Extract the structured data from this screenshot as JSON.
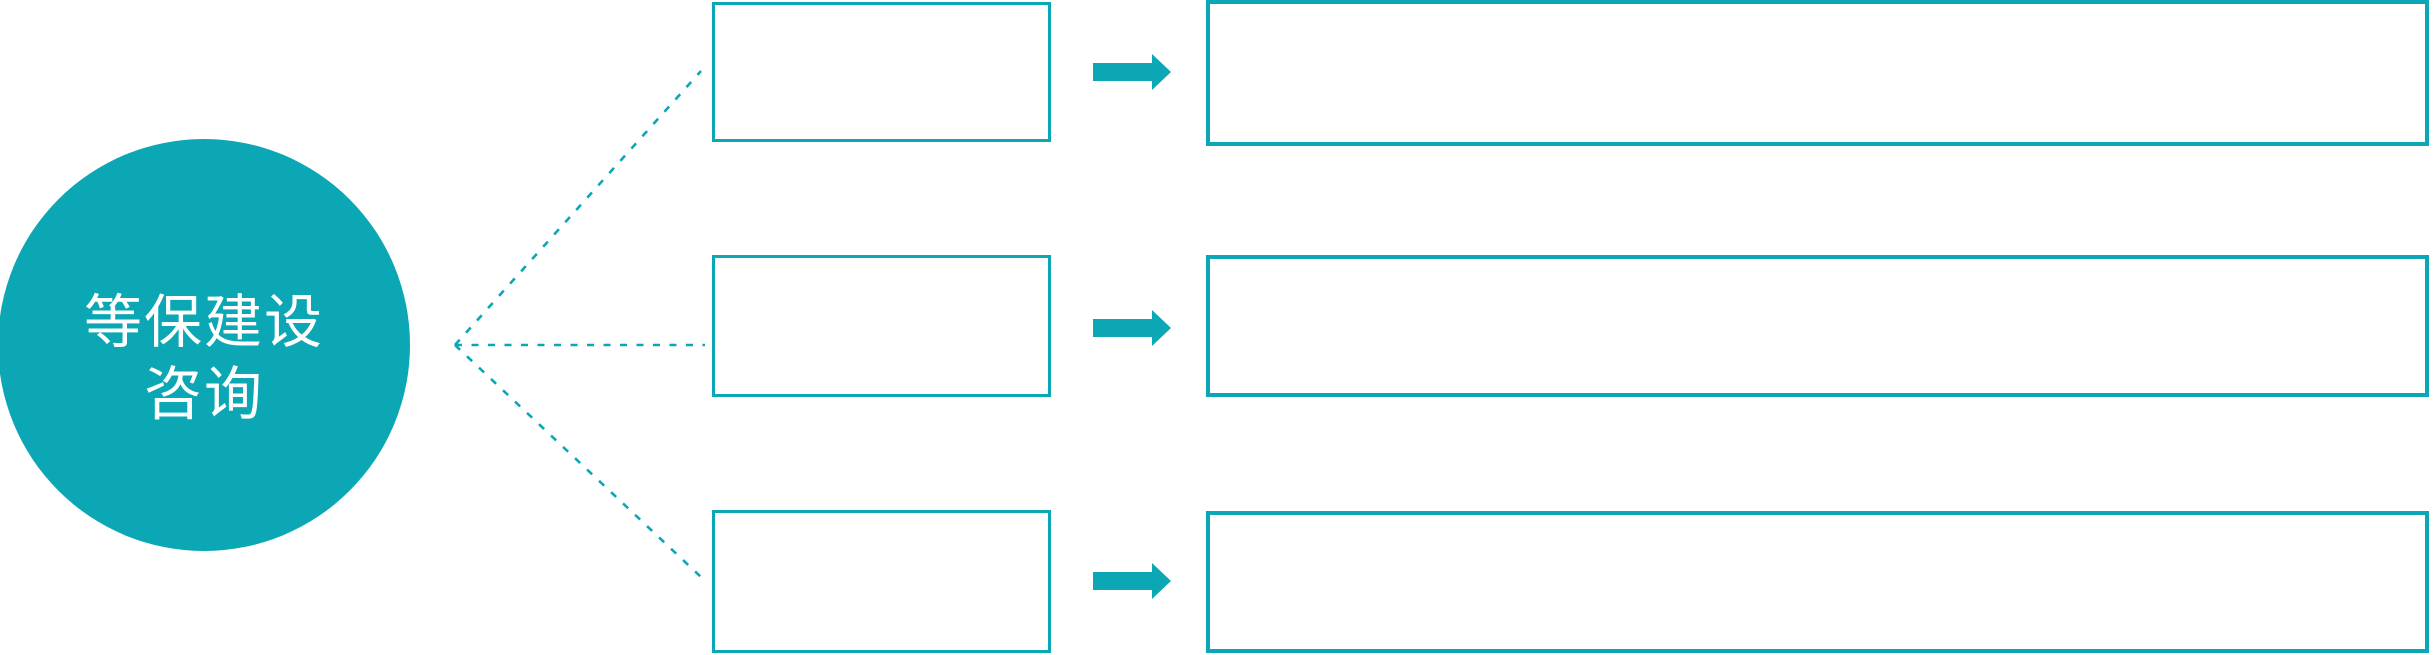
{
  "diagram": {
    "type": "flow-branch",
    "colors": {
      "accent": "#0BA7B4",
      "background": "#FFFFFF",
      "node_text": "#FFFFFF"
    },
    "center_node": {
      "line1": "等保建设",
      "line2": "咨询"
    },
    "rows": [
      {
        "stage_label": "",
        "detail_label": ""
      },
      {
        "stage_label": "",
        "detail_label": ""
      },
      {
        "stage_label": "",
        "detail_label": ""
      }
    ],
    "icons": {
      "connector": "dashed-branch-lines",
      "arrow": "right-block-arrow-icon"
    }
  }
}
